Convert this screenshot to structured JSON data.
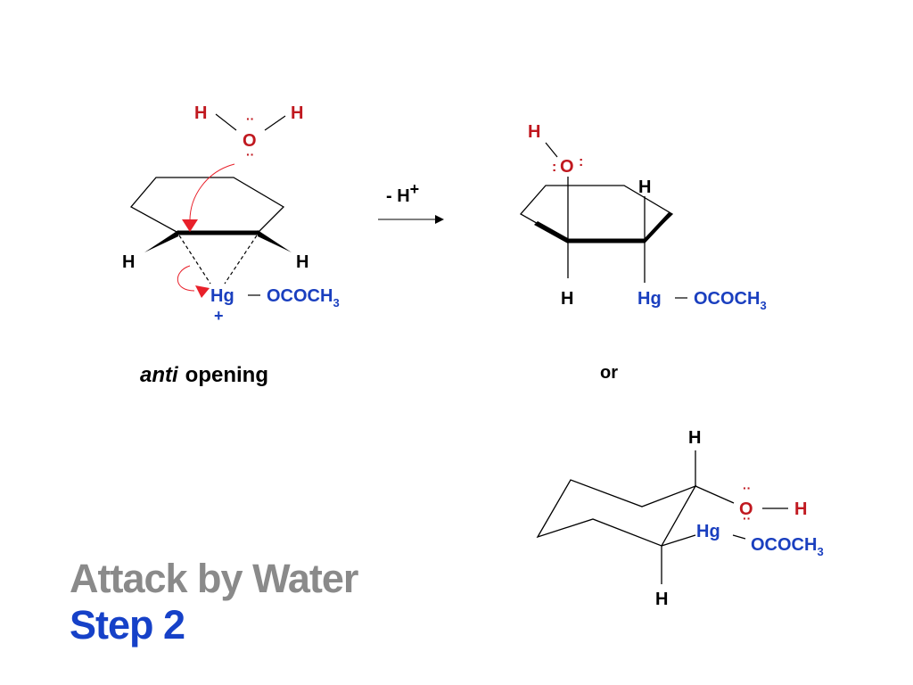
{
  "slide": {
    "title": "Attack by Water",
    "subtitle": "Step 2"
  },
  "colors": {
    "oxygen_red": "#c0181f",
    "mercury_blue": "#1a3fbf",
    "title_gray": "#8a8a8a",
    "subtitle_blue": "#1641c8",
    "arrow_red": "#e8202a"
  },
  "reactant": {
    "water_h_left": "H",
    "water_o": "O",
    "water_h_right": "H",
    "h_left": "H",
    "h_right": "H",
    "hg": "Hg",
    "ligand": "OCOCH",
    "ligand_sub": "3",
    "charge": "+",
    "caption_italic": "anti",
    "caption": "opening"
  },
  "arrow": {
    "label": "- H",
    "label_sup": "+"
  },
  "product_a": {
    "o_h": "H",
    "o": "O",
    "h_top": "H",
    "h_bottom": "H",
    "hg": "Hg",
    "ligand": "OCOCH",
    "ligand_sub": "3"
  },
  "or_label": "or",
  "product_b": {
    "h_top": "H",
    "o": "O",
    "o_h": "H",
    "hg": "Hg",
    "ligand": "OCOCH",
    "ligand_sub": "3",
    "h_bottom": "H"
  }
}
